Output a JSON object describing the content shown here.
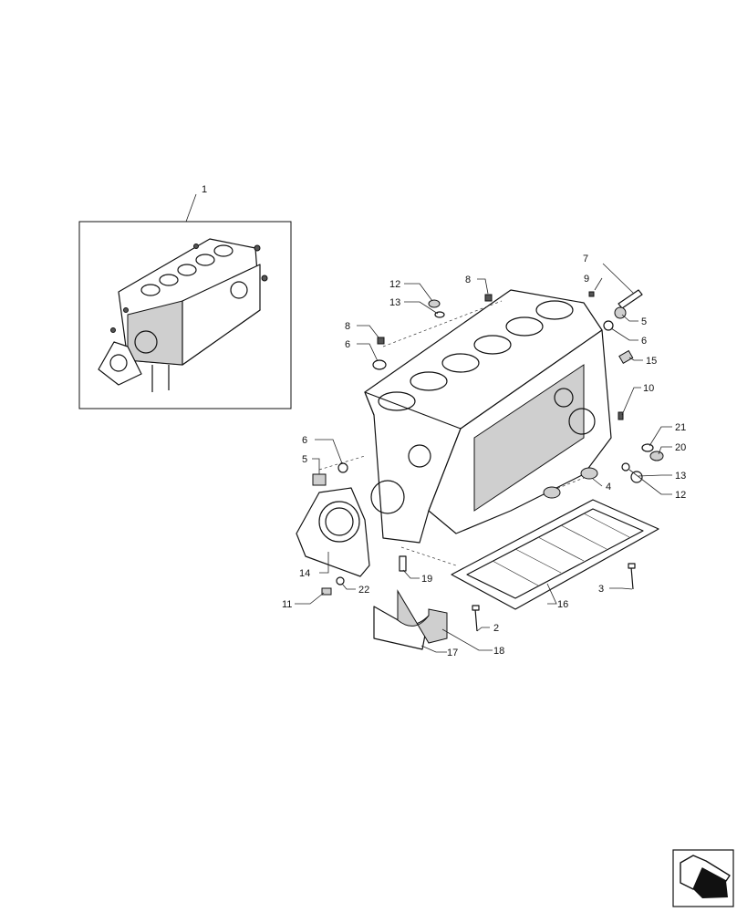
{
  "callouts": [
    {
      "id": "c1",
      "label": "1"
    },
    {
      "id": "c2",
      "label": "2"
    },
    {
      "id": "c3",
      "label": "3"
    },
    {
      "id": "c4",
      "label": "4"
    },
    {
      "id": "c5a",
      "label": "5"
    },
    {
      "id": "c5b",
      "label": "5"
    },
    {
      "id": "c6a",
      "label": "6"
    },
    {
      "id": "c6b",
      "label": "6"
    },
    {
      "id": "c6c",
      "label": "6"
    },
    {
      "id": "c7",
      "label": "7"
    },
    {
      "id": "c8a",
      "label": "8"
    },
    {
      "id": "c8b",
      "label": "8"
    },
    {
      "id": "c9",
      "label": "9"
    },
    {
      "id": "c10",
      "label": "10"
    },
    {
      "id": "c11",
      "label": "11"
    },
    {
      "id": "c12a",
      "label": "12"
    },
    {
      "id": "c12b",
      "label": "12"
    },
    {
      "id": "c13a",
      "label": "13"
    },
    {
      "id": "c13b",
      "label": "13"
    },
    {
      "id": "c14",
      "label": "14"
    },
    {
      "id": "c15",
      "label": "15"
    },
    {
      "id": "c16",
      "label": "16"
    },
    {
      "id": "c17",
      "label": "17"
    },
    {
      "id": "c18",
      "label": "18"
    },
    {
      "id": "c19",
      "label": "19"
    },
    {
      "id": "c20",
      "label": "20"
    },
    {
      "id": "c21",
      "label": "21"
    },
    {
      "id": "c22",
      "label": "22"
    }
  ],
  "nav": {
    "icon": "next-page-arrow-icon"
  }
}
